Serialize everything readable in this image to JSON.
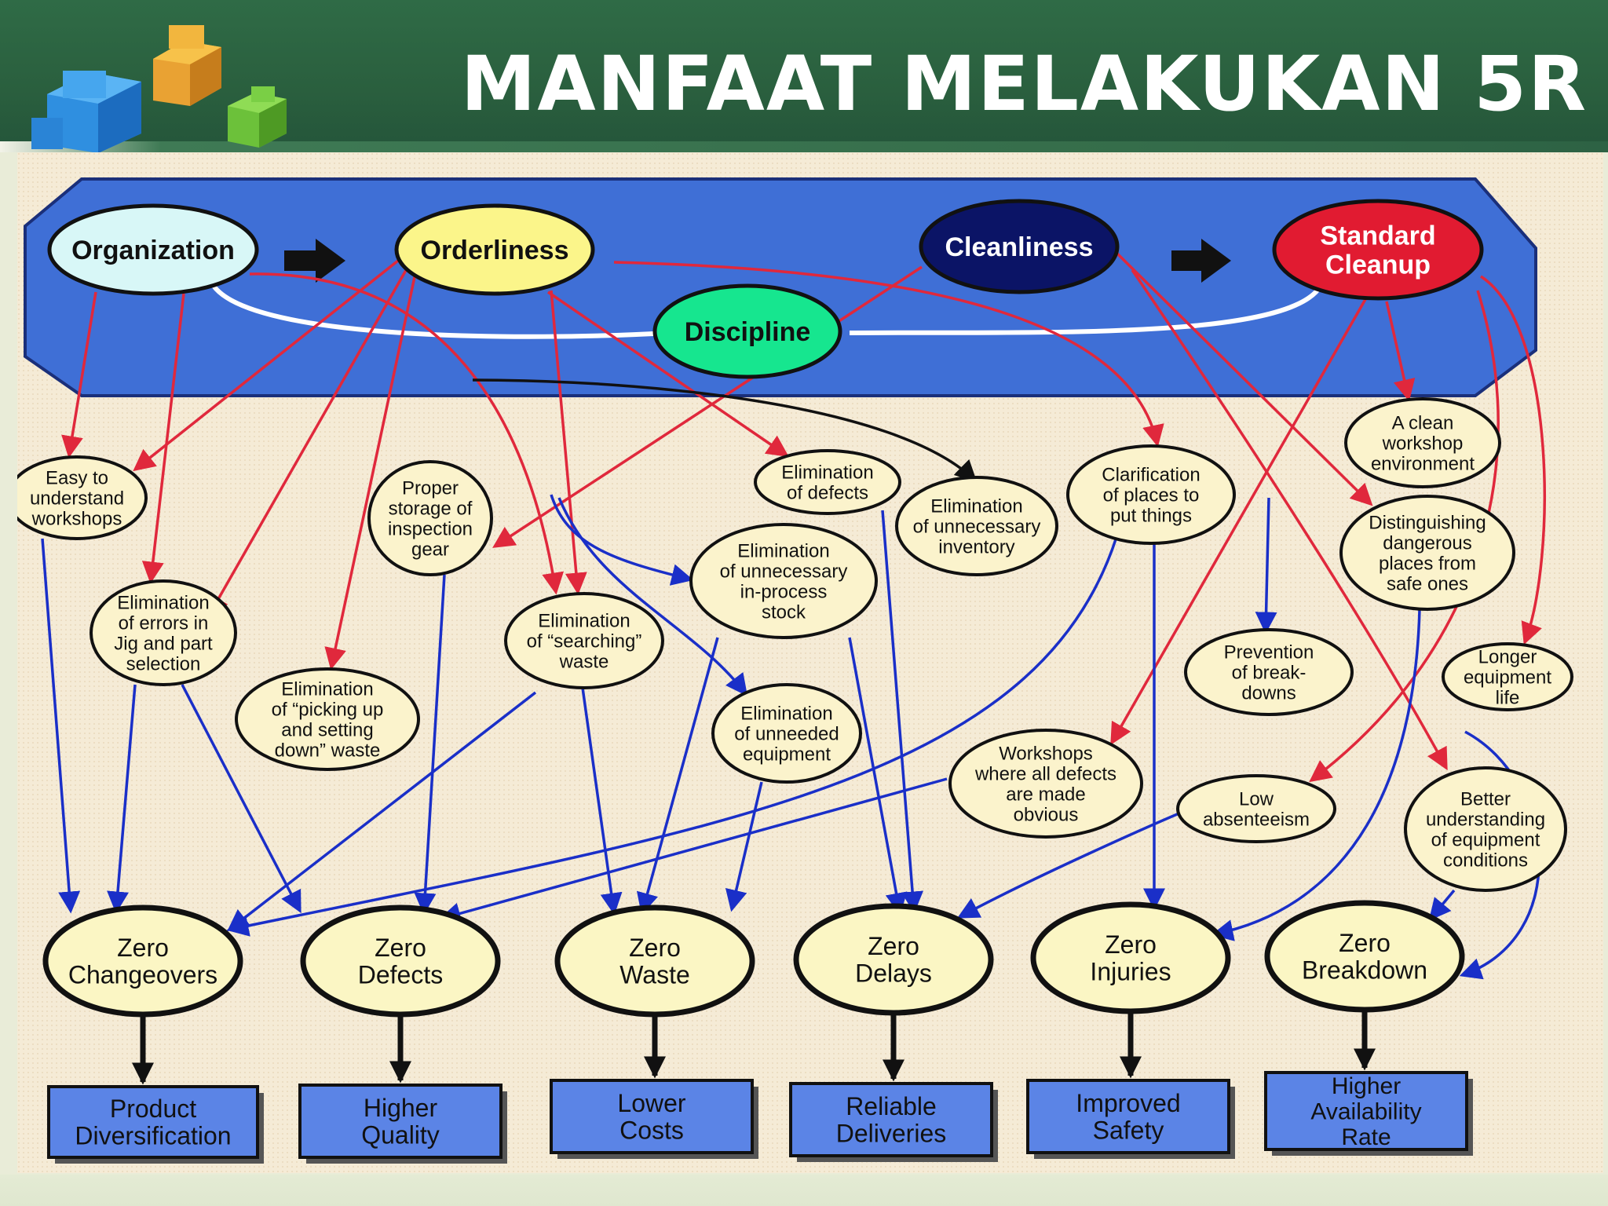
{
  "title": "MANFAAT MELAKUKAN 5R",
  "pillars": [
    {
      "key": "organization",
      "lines": [
        "Organization"
      ]
    },
    {
      "key": "orderliness",
      "lines": [
        "Orderliness"
      ]
    },
    {
      "key": "cleanliness",
      "lines": [
        "Cleanliness"
      ]
    },
    {
      "key": "standard",
      "lines": [
        "Standard",
        "Cleanup"
      ]
    },
    {
      "key": "discipline",
      "lines": [
        "Discipline"
      ]
    }
  ],
  "benefits": [
    {
      "key": "easy",
      "lines": [
        "Easy to",
        "understand",
        "workshops"
      ]
    },
    {
      "key": "storage",
      "lines": [
        "Proper",
        "storage of",
        "inspection",
        "gear"
      ]
    },
    {
      "key": "defects_elim",
      "lines": [
        "Elimination",
        "of defects"
      ]
    },
    {
      "key": "inventory",
      "lines": [
        "Elimination",
        "of unnecessary",
        "inventory"
      ]
    },
    {
      "key": "clarification",
      "lines": [
        "Clarification",
        "of places to",
        "put things"
      ]
    },
    {
      "key": "clean_ws",
      "lines": [
        "A clean",
        "workshop",
        "environment"
      ]
    },
    {
      "key": "distinguishing",
      "lines": [
        "Distinguishing",
        "dangerous",
        "places from",
        "safe ones"
      ]
    },
    {
      "key": "wip",
      "lines": [
        "Elimination",
        "of unnecessary",
        "in-process",
        "stock"
      ]
    },
    {
      "key": "jig",
      "lines": [
        "Elimination",
        "of errors in",
        "Jig and part",
        "selection"
      ]
    },
    {
      "key": "searching",
      "lines": [
        "Elimination",
        "of “searching”",
        "waste"
      ]
    },
    {
      "key": "prevention",
      "lines": [
        "Prevention",
        "of break-",
        "downs"
      ]
    },
    {
      "key": "longer",
      "lines": [
        "Longer",
        "equipment",
        "life"
      ]
    },
    {
      "key": "picking",
      "lines": [
        "Elimination",
        "of “picking up",
        "and setting",
        "down” waste"
      ]
    },
    {
      "key": "unneeded",
      "lines": [
        "Elimination",
        "of unneeded",
        "equipment"
      ]
    },
    {
      "key": "workshops_defects",
      "lines": [
        "Workshops",
        "where all defects",
        "are made",
        "obvious"
      ]
    },
    {
      "key": "absenteeism",
      "lines": [
        "Low",
        "absenteeism"
      ]
    },
    {
      "key": "better",
      "lines": [
        "Better",
        "understanding",
        "of equipment",
        "conditions"
      ]
    }
  ],
  "zeros": [
    {
      "key": "z1",
      "lines": [
        "Zero",
        "Changeovers"
      ]
    },
    {
      "key": "z2",
      "lines": [
        "Zero",
        "Defects"
      ]
    },
    {
      "key": "z3",
      "lines": [
        "Zero",
        "Waste"
      ]
    },
    {
      "key": "z4",
      "lines": [
        "Zero",
        "Delays"
      ]
    },
    {
      "key": "z5",
      "lines": [
        "Zero",
        "Injuries"
      ]
    },
    {
      "key": "z6",
      "lines": [
        "Zero",
        "Breakdown"
      ]
    }
  ],
  "results": [
    {
      "key": "r1",
      "lines": [
        "Product",
        "Diversification"
      ]
    },
    {
      "key": "r2",
      "lines": [
        "Higher",
        "Quality"
      ]
    },
    {
      "key": "r3",
      "lines": [
        "Lower",
        "Costs"
      ]
    },
    {
      "key": "r4",
      "lines": [
        "Reliable",
        "Deliveries"
      ]
    },
    {
      "key": "r5",
      "lines": [
        "Improved",
        "Safety"
      ]
    },
    {
      "key": "r6",
      "lines": [
        "Higher",
        "Availability",
        "Rate"
      ]
    }
  ],
  "colors": {
    "header": "#2a5f3e",
    "band": "#3f6fd6",
    "red_arrow": "#e0283c",
    "blue_arrow": "#1a2fc8",
    "result_box": "#5b84e6",
    "zero_fill": "#fbf6c4",
    "benefit_fill": "#fbf3cc"
  }
}
